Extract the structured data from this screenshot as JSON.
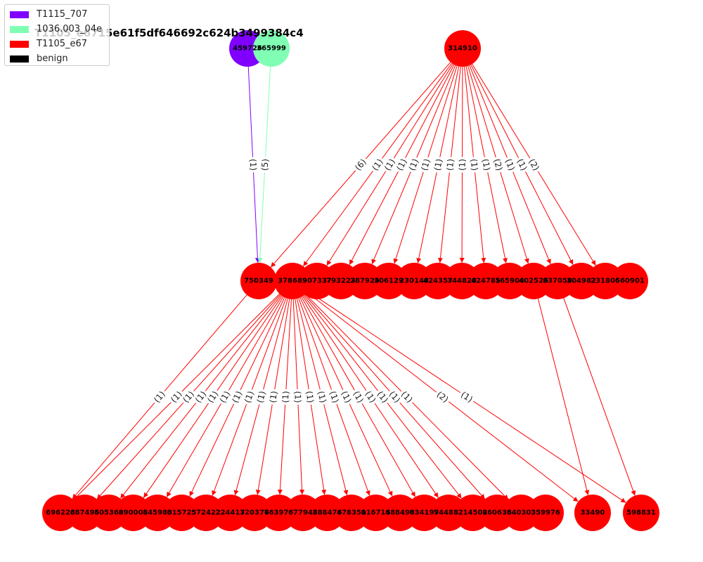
{
  "title": "T1105_e6715e61f5df646692c624b3499384c4",
  "legend": [
    {
      "label": "T1115_707",
      "color": "#8000ff"
    },
    {
      "label": "1036.003_04e",
      "color": "#80ffb4"
    },
    {
      "label": "T1105_e67",
      "color": "#ff0000"
    },
    {
      "label": "benign",
      "color": "#000000"
    }
  ],
  "nodes": [
    {
      "id": "459726",
      "color": "#8000ff"
    },
    {
      "id": "365999",
      "color": "#80ffb4"
    },
    {
      "id": "314910",
      "color": "#ff0000"
    },
    {
      "id": "750349",
      "color": "#ff0000"
    },
    {
      "id": "378689",
      "color": "#ff0000"
    },
    {
      "id": "907337",
      "color": "#ff0000"
    },
    {
      "id": "793223",
      "color": "#ff0000"
    },
    {
      "id": "287926",
      "color": "#ff0000"
    },
    {
      "id": "306129",
      "color": "#ff0000"
    },
    {
      "id": "230148",
      "color": "#ff0000"
    },
    {
      "id": "424357",
      "color": "#ff0000"
    },
    {
      "id": "344828",
      "color": "#ff0000"
    },
    {
      "id": "424785",
      "color": "#ff0000"
    },
    {
      "id": "165904",
      "color": "#ff0000"
    },
    {
      "id": "402526",
      "color": "#ff0000"
    },
    {
      "id": "837058",
      "color": "#ff0000"
    },
    {
      "id": "304982",
      "color": "#ff0000"
    },
    {
      "id": "231806",
      "color": "#ff0000"
    },
    {
      "id": "560901",
      "color": "#ff0000"
    },
    {
      "id": "696228",
      "color": "#ff0000"
    },
    {
      "id": "687496",
      "color": "#ff0000"
    },
    {
      "id": "505369",
      "color": "#ff0000"
    },
    {
      "id": "890008",
      "color": "#ff0000"
    },
    {
      "id": "845983",
      "color": "#ff0000"
    },
    {
      "id": "015725",
      "color": "#ff0000"
    },
    {
      "id": "572422",
      "color": "#ff0000"
    },
    {
      "id": "224417",
      "color": "#ff0000"
    },
    {
      "id": "320376",
      "color": "#ff0000"
    },
    {
      "id": "763976",
      "color": "#ff0000"
    },
    {
      "id": "677948",
      "color": "#ff0000"
    },
    {
      "id": "388476",
      "color": "#ff0000"
    },
    {
      "id": "478351",
      "color": "#ff0000"
    },
    {
      "id": "016714",
      "color": "#ff0000"
    },
    {
      "id": "688498",
      "color": "#ff0000"
    },
    {
      "id": "034197",
      "color": "#ff0000"
    },
    {
      "id": "944882",
      "color": "#ff0000"
    },
    {
      "id": "214502",
      "color": "#ff0000"
    },
    {
      "id": "860636",
      "color": "#ff0000"
    },
    {
      "id": "840303",
      "color": "#ff0000"
    },
    {
      "id": "359976",
      "color": "#ff0000"
    },
    {
      "id": "33490",
      "color": "#ff0000"
    },
    {
      "id": "598831",
      "color": "#ff0000"
    }
  ],
  "edges": [
    {
      "from": "459726",
      "to": "750349",
      "label": "(1)"
    },
    {
      "from": "365999",
      "to": "750349",
      "label": "(5)"
    },
    {
      "from": "314910",
      "to": "750349",
      "label": "(6)"
    },
    {
      "from": "314910",
      "to": "378689",
      "label": "(1)"
    },
    {
      "from": "314910",
      "to": "907337",
      "label": "(1)"
    },
    {
      "from": "314910",
      "to": "793223",
      "label": "(1)"
    },
    {
      "from": "314910",
      "to": "287926",
      "label": "(1)"
    },
    {
      "from": "314910",
      "to": "306129",
      "label": "(1)"
    },
    {
      "from": "314910",
      "to": "230148",
      "label": "(1)"
    },
    {
      "from": "314910",
      "to": "424357",
      "label": "(1)"
    },
    {
      "from": "314910",
      "to": "344828",
      "label": "(1)"
    },
    {
      "from": "314910",
      "to": "424785",
      "label": "(1)"
    },
    {
      "from": "314910",
      "to": "165904",
      "label": "(1)"
    },
    {
      "from": "314910",
      "to": "402526",
      "label": "(2)"
    },
    {
      "from": "314910",
      "to": "837058",
      "label": "(1)"
    },
    {
      "from": "314910",
      "to": "304982",
      "label": "(1)"
    },
    {
      "from": "314910",
      "to": "231806",
      "label": "(2)"
    },
    {
      "from": "750349",
      "to": "696228",
      "label": "(1)"
    },
    {
      "from": "378689",
      "to": "696228",
      "label": "(1)"
    },
    {
      "from": "378689",
      "to": "687496",
      "label": "(1)"
    },
    {
      "from": "378689",
      "to": "505369",
      "label": "(1)"
    },
    {
      "from": "378689",
      "to": "890008",
      "label": "(1)"
    },
    {
      "from": "378689",
      "to": "845983",
      "label": "(1)"
    },
    {
      "from": "378689",
      "to": "015725",
      "label": "(1)"
    },
    {
      "from": "378689",
      "to": "572422",
      "label": "(1)"
    },
    {
      "from": "378689",
      "to": "224417",
      "label": "(1)"
    },
    {
      "from": "378689",
      "to": "320376",
      "label": "(1)"
    },
    {
      "from": "378689",
      "to": "763976",
      "label": "(1)"
    },
    {
      "from": "378689",
      "to": "677948",
      "label": "(1)"
    },
    {
      "from": "378689",
      "to": "388476",
      "label": "(1)"
    },
    {
      "from": "378689",
      "to": "478351",
      "label": "(1)"
    },
    {
      "from": "378689",
      "to": "016714",
      "label": "(1)"
    },
    {
      "from": "378689",
      "to": "688498",
      "label": "(1)"
    },
    {
      "from": "378689",
      "to": "034197",
      "label": "(1)"
    },
    {
      "from": "378689",
      "to": "944882",
      "label": "(1)"
    },
    {
      "from": "378689",
      "to": "214502",
      "label": "(1)"
    },
    {
      "from": "378689",
      "to": "860636",
      "label": "(1)"
    },
    {
      "from": "378689",
      "to": "840303",
      "label": "(1)"
    },
    {
      "from": "378689",
      "to": "33490",
      "label": "(2)"
    },
    {
      "from": "378689",
      "to": "598831",
      "label": "(1)"
    },
    {
      "from": "402526",
      "to": "33490",
      "label": ""
    },
    {
      "from": "837058",
      "to": "598831",
      "label": ""
    }
  ]
}
